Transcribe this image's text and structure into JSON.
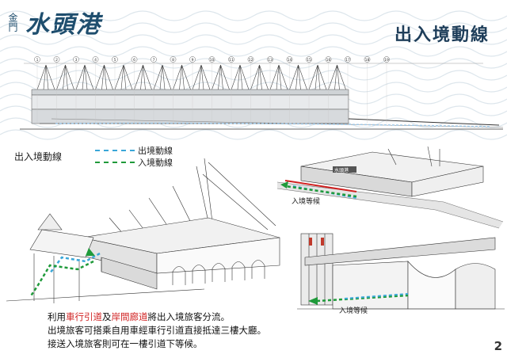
{
  "header": {
    "logo_small": "金門",
    "logo_big": "水頭港",
    "page_title": "出入境動線"
  },
  "elevation": {
    "grid_numbers": [
      "1",
      "2",
      "3",
      "4",
      "5",
      "6",
      "7",
      "8",
      "9",
      "10",
      "11",
      "12",
      "13",
      "14",
      "15",
      "16",
      "17",
      "18",
      "19"
    ]
  },
  "section_label": "出入境動線",
  "legend": {
    "exit_label": "出境動線",
    "entry_label": "入境動線",
    "exit_color": "#3aa7d8",
    "entry_color": "#1f9a3a"
  },
  "render_labels": {
    "top_right_waiting": "入境等候",
    "bottom_right_waiting": "入境等候",
    "building_sign": "水頭港"
  },
  "caption": {
    "line1_prefix": "利用",
    "line1_hl1": "車行引道",
    "line1_mid": "及",
    "line1_hl2": "岸間廊道",
    "line1_suffix": "將出入境旅客分流。",
    "line2": "出境旅客可搭乘自用車經車行引道直接抵達三樓大廳。",
    "line3": "接送入境旅客則可在一樓引道下等候。"
  },
  "page_number": "2"
}
